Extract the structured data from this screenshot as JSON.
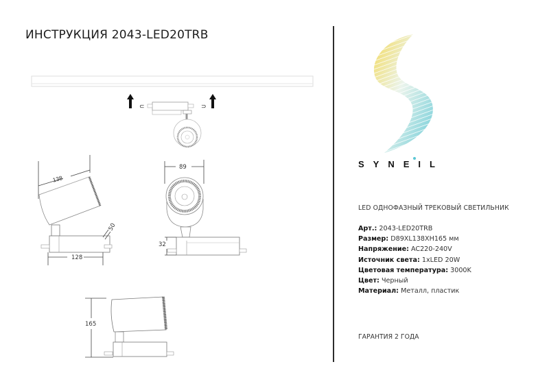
{
  "document": {
    "title": "ИНСТРУКЦИЯ 2043-LED20TRB"
  },
  "brand": {
    "name": "SYNEIL",
    "logo_icon": "syneil-s-wave-logo",
    "colors": {
      "yellow": "#f2d64b",
      "cyan": "#5bc6d4",
      "text": "#111111"
    }
  },
  "product": {
    "subtitle": "LED ОДНОФАЗНЫЙ ТРЕКОВЫЙ СВЕТИЛЬНИК",
    "specs": [
      {
        "label": "Арт.:",
        "value": "2043-LED20TRB"
      },
      {
        "label": "Размер:",
        "value": "D89XL138XH165 мм"
      },
      {
        "label": "Напряжение:",
        "value": "AC220-240V"
      },
      {
        "label": "Источник света:",
        "value": "1xLED 20W"
      },
      {
        "label": "Цветовая температура:",
        "value": "3000K"
      },
      {
        "label": "Цвет:",
        "value": "Черный"
      },
      {
        "label": "Материал:",
        "value": "Металл, пластик"
      }
    ],
    "warranty": "ГАРАНТИЯ 2 ГОДА"
  },
  "drawings": {
    "installation": {
      "description": "track-rail-mounting",
      "arrows": 2
    },
    "side_view": {
      "length": "138",
      "adapter_height": "50",
      "adapter_length": "128"
    },
    "front_view": {
      "diameter": "89",
      "adapter_height": "32"
    },
    "profile_view": {
      "height": "165"
    }
  }
}
